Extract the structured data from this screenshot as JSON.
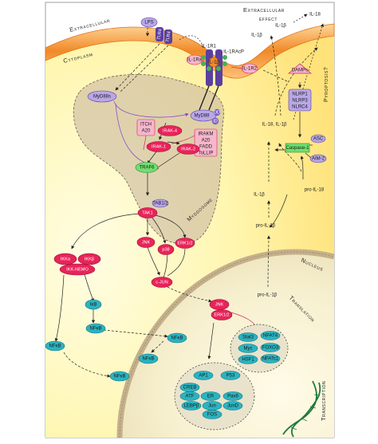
{
  "regions": {
    "extracellular": "Extracellular",
    "cytoplasm": "Cytoplasm",
    "myddosome": "Myddosome",
    "nucleus": "Nucleus",
    "translation": "Translation",
    "transcription": "Transcription",
    "pyroptosis": "Pyroptosis?",
    "extracellular_effect_line1": "Extracellular",
    "extracellular_effect_line2": "effect"
  },
  "labels": {
    "il1b_top1": "IL-1β",
    "il1b_top2": "IL-1β",
    "il18_top": "IL-18",
    "il18_il1b": "IL-18, IL-1β",
    "il1b_mid": "IL-1β",
    "pro_il1b_1": "pro-IL-1β",
    "pro_il1b_2": "pro-IL-1β",
    "pro_il18": "pro-IL-18",
    "il1r1": "IL-1R1",
    "il1racp": "IL-1RAcP"
  },
  "nodes": {
    "lps": "LPS",
    "tlr4a": "TLR4",
    "tlr4b": "TLR4",
    "il1ra": "IL-1Ra",
    "il1b_ring": "IL-1β",
    "il1r2": "IL-1R2",
    "myd88s": "MyD88s",
    "myd88": "MyD88",
    "dd": "DD",
    "id": "ID",
    "itch": "ITCH",
    "a20": "A20",
    "irakm": "IRAKM",
    "a20b": "A20",
    "fadd": "FADD",
    "tollip": "ToLLIP",
    "irak4": "IRAK-4",
    "irak1": "IRAK-1",
    "irak2": "IRAK-2",
    "traf6": "TRAF6",
    "tab": "TAB1/2",
    "tak1": "TAK1",
    "jnk1": "JNK",
    "p38": "p38",
    "erk": "ERK1/2",
    "cjun": "c-JUN",
    "ikka": "IKKα",
    "ikkb": "IKKβ",
    "ikknemo": "IKK-NEMO",
    "ikb": "IκB",
    "nfkb1": "NFκB",
    "nfkb2": "NFκB",
    "nfkb3": "NFκB",
    "nfkb4": "NFκB",
    "nfkb5": "NFκB",
    "jnk2": "JNK",
    "erk2": "ERK1/2",
    "damps": "DAMPs",
    "nlrp1": "NLRP1",
    "nlrp3": "NLRP3",
    "nlrc4": "NLRC4",
    "asc": "ASC",
    "caspase": "Caspase-1",
    "aim2": "AIM-2"
  },
  "tf_right": [
    "Stat3",
    "NFAT4",
    "Myc",
    "FOXO3",
    "HSF1",
    "NFATc1"
  ],
  "tf_bottom": [
    "AP1",
    "P53",
    "CREB",
    "ATF",
    "ER",
    "Pax6",
    "LEBPβ",
    "Jun",
    "JunD",
    "FOS"
  ],
  "colors": {
    "kinase_red": "#e8245a",
    "tf_teal": "#2bb3c0",
    "adaptor_lavender": "#b9a7e8",
    "inhibitor_pink": "#f6b6cc",
    "traf_green": "#6fe06f",
    "membrane_orange": "#f28a2a",
    "myddosome_tan": "#c9b7a0",
    "nucleus_tan": "#c4b08c",
    "cytoplasm_yellow": "#fff2a0"
  }
}
